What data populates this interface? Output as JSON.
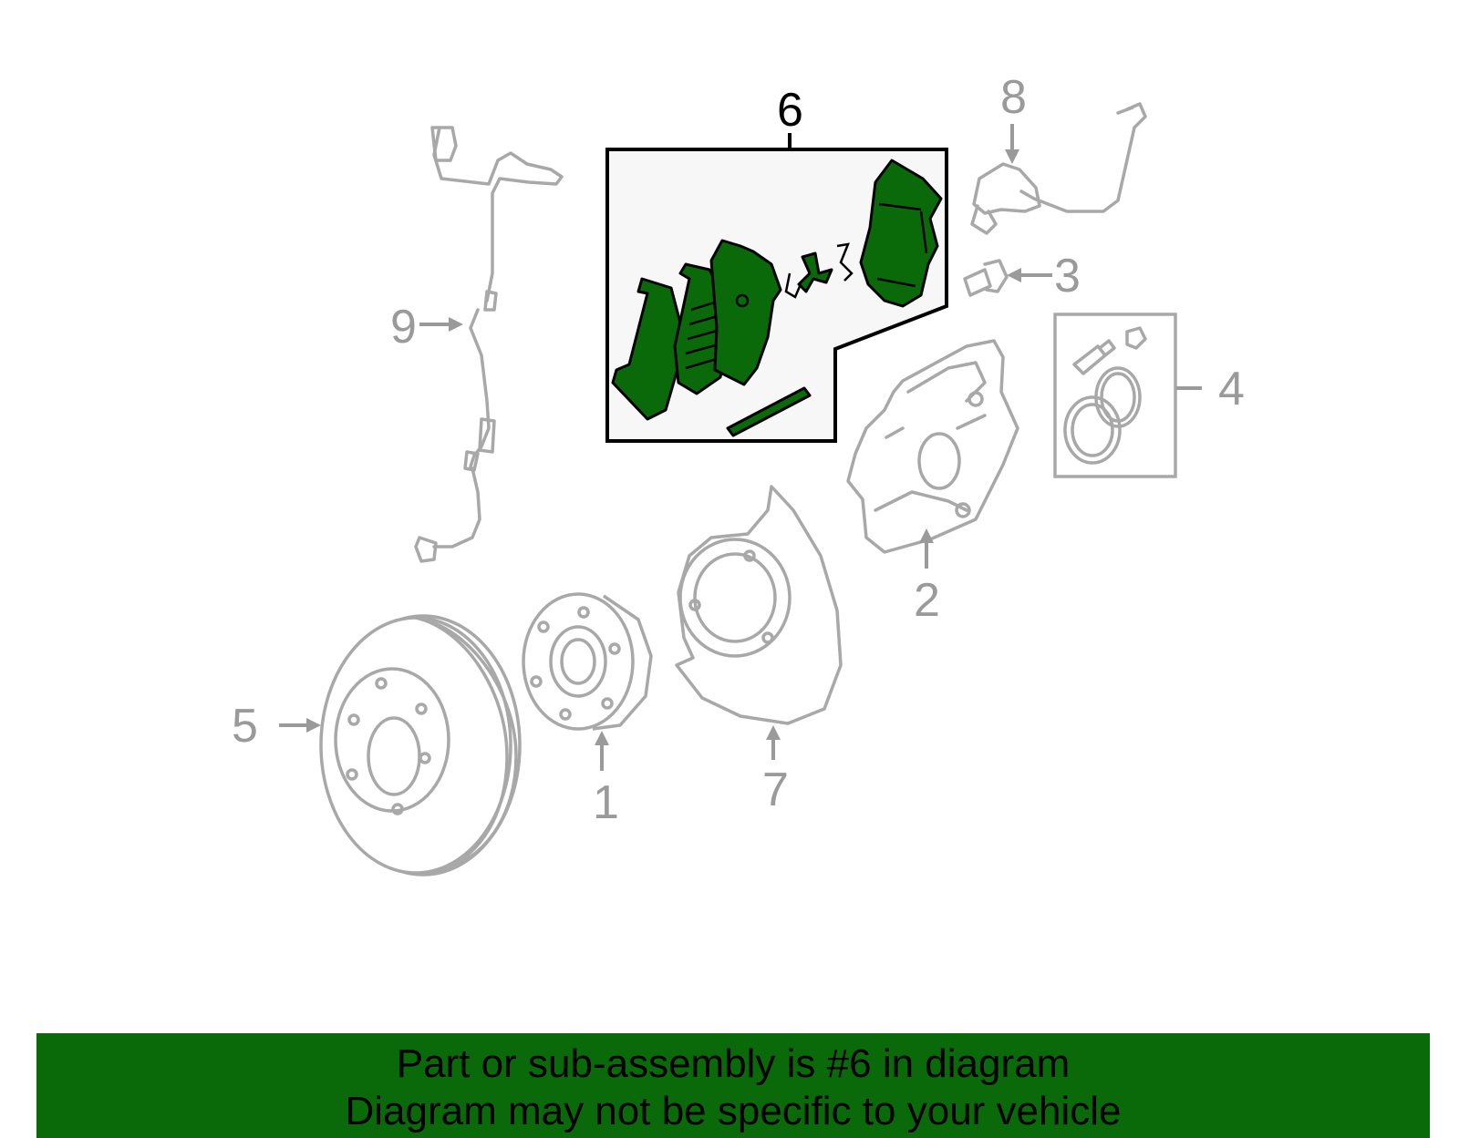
{
  "colors": {
    "highlight_green": "#0a6a0a",
    "part_gray": "#a8a8a8",
    "callout_gray": "#9a9a9a"
  },
  "callouts": {
    "c1": "1",
    "c2": "2",
    "c3": "3",
    "c4": "4",
    "c5": "5",
    "c6": "6",
    "c7": "7",
    "c8": "8",
    "c9": "9"
  },
  "banner": {
    "line1": "Part or sub-assembly is #6 in diagram",
    "line2": "Diagram may not be specific to your vehicle"
  }
}
